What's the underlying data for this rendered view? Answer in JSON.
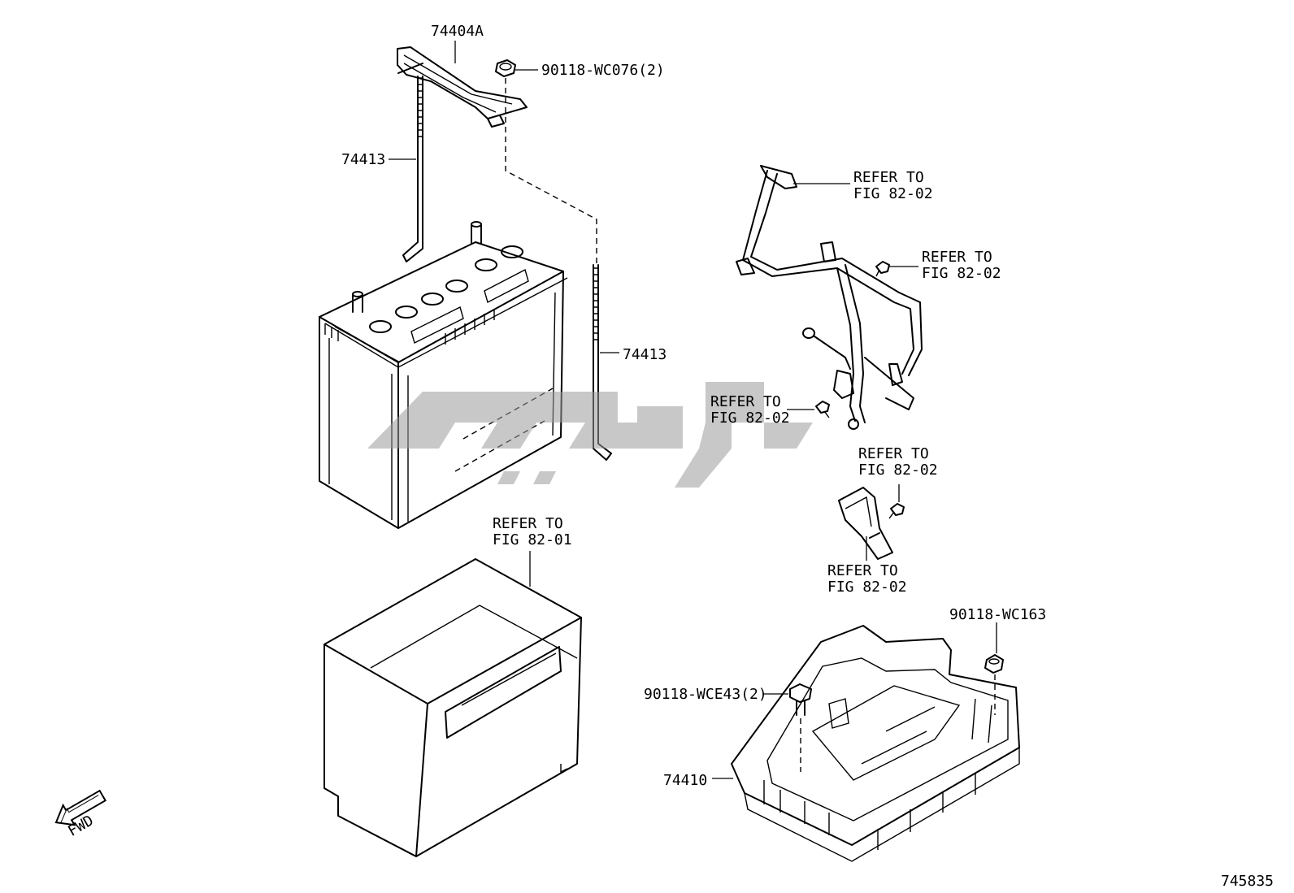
{
  "figure_number": "745835",
  "fwd_label": "FWD",
  "labels": {
    "hold_down_clamp": "74404A",
    "clamp_nut": "90118-WC076(2)",
    "clamp_bolt_left": "74413",
    "clamp_bolt_right": "74413",
    "cable_top_refer_1": "REFER TO",
    "cable_top_refer_2": "FIG 82-02",
    "cable_bolt_refer_1": "REFER TO",
    "cable_bolt_refer_2": "FIG 82-02",
    "cable_nut_refer_1": "REFER TO",
    "cable_nut_refer_2": "FIG 82-02",
    "bracket_bolt_refer_1": "REFER TO",
    "bracket_bolt_refer_2": "FIG 82-02",
    "bracket_refer_1": "REFER TO",
    "bracket_refer_2": "FIG 82-02",
    "battery_case_refer_1": "REFER TO",
    "battery_case_refer_2": "FIG 82-01",
    "tray_nut": "90118-WC163",
    "tray_bolt": "90118-WCE43(2)",
    "battery_tray": "74410"
  }
}
